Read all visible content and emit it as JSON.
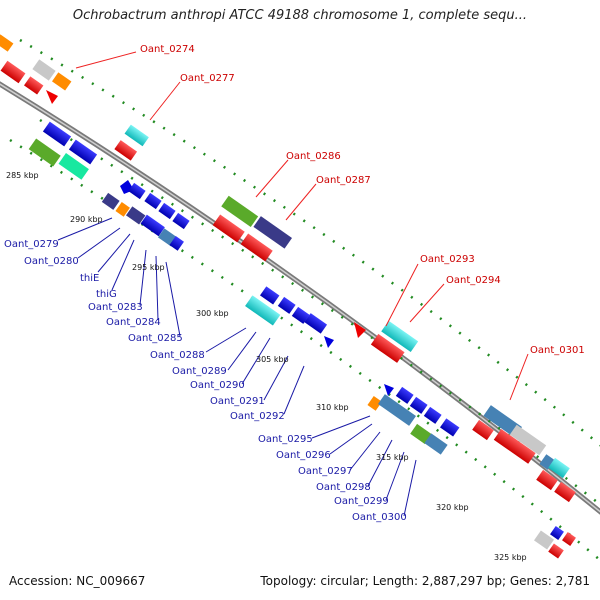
{
  "title": "Ochrobactrum anthropi ATCC 49188 chromosome 1, complete sequ...",
  "footer": {
    "accession": "Accession: NC_009667",
    "summary": "Topology: circular; Length: 2,887,297 bp; Genes: 2,781"
  },
  "scale_ticks": [
    "285 kbp",
    "290 kbp",
    "295 kbp",
    "300 kbp",
    "305 kbp",
    "310 kbp",
    "315 kbp",
    "320 kbp",
    "325 kbp"
  ],
  "labels_upper": [
    "Oant_0274",
    "Oant_0277",
    "Oant_0286",
    "Oant_0287",
    "Oant_0293",
    "Oant_0294",
    "Oant_0301"
  ],
  "labels_lower": [
    "Oant_0279",
    "Oant_0280",
    "thiE",
    "thiG",
    "Oant_0283",
    "Oant_0284",
    "Oant_0285",
    "Oant_0288",
    "Oant_0289",
    "Oant_0290",
    "Oant_0291",
    "Oant_0292",
    "Oant_0295",
    "Oant_0296",
    "Oant_0297",
    "Oant_0298",
    "Oant_0299",
    "Oant_0300"
  ],
  "colors": {
    "red": "#ee0000",
    "blue": "#0000dd",
    "cyan": "#11cccc",
    "green": "#5aaa2a",
    "purple": "#3a3a88",
    "steel": "#4682b4",
    "orange": "#ff8c00",
    "grey": "#c0c0c0",
    "backbone": "#888888",
    "dots": "#228b22"
  }
}
